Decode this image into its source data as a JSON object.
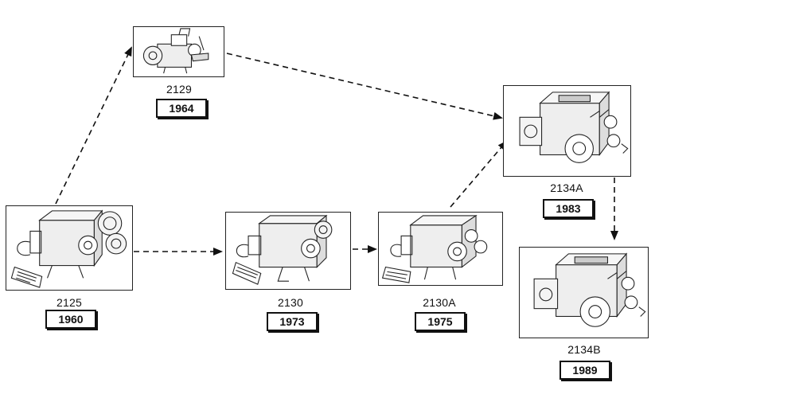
{
  "models": [
    {
      "id": "2125",
      "code": "2125",
      "year": "1960"
    },
    {
      "id": "2129",
      "code": "2129",
      "year": "1964"
    },
    {
      "id": "2130",
      "code": "2130",
      "year": "1973"
    },
    {
      "id": "2130a",
      "code": "2130A",
      "year": "1975"
    },
    {
      "id": "2134a",
      "code": "2134A",
      "year": "1983"
    },
    {
      "id": "2134b",
      "code": "2134B",
      "year": "1989"
    }
  ],
  "evolution_links": [
    {
      "from": "2125",
      "to": "2129"
    },
    {
      "from": "2125",
      "to": "2130"
    },
    {
      "from": "2129",
      "to": "2134A"
    },
    {
      "from": "2130",
      "to": "2130A"
    },
    {
      "from": "2130A",
      "to": "2134A"
    },
    {
      "from": "2134A",
      "to": "2134B"
    }
  ]
}
